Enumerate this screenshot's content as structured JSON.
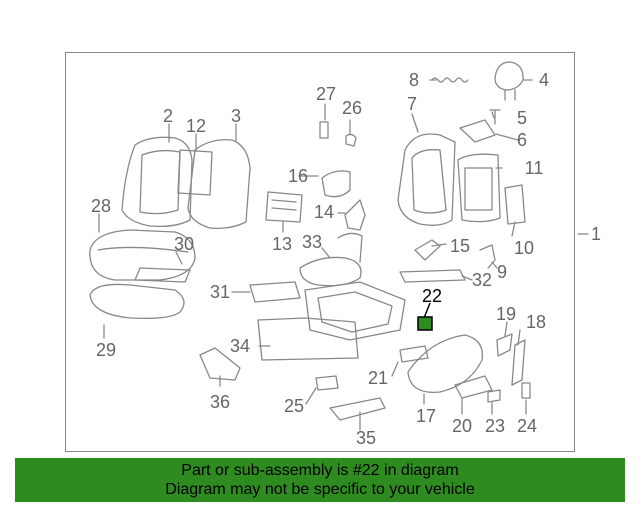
{
  "diagram": {
    "assembly_label": "1",
    "highlighted_part": "22",
    "parts": [
      {
        "id": "p2",
        "label": "2"
      },
      {
        "id": "p3",
        "label": "3"
      },
      {
        "id": "p4",
        "label": "4"
      },
      {
        "id": "p5",
        "label": "5"
      },
      {
        "id": "p6",
        "label": "6"
      },
      {
        "id": "p7",
        "label": "7"
      },
      {
        "id": "p8",
        "label": "8"
      },
      {
        "id": "p9",
        "label": "9"
      },
      {
        "id": "p10",
        "label": "10"
      },
      {
        "id": "p11",
        "label": "11"
      },
      {
        "id": "p12",
        "label": "12"
      },
      {
        "id": "p13",
        "label": "13"
      },
      {
        "id": "p14",
        "label": "14"
      },
      {
        "id": "p15",
        "label": "15"
      },
      {
        "id": "p16",
        "label": "16"
      },
      {
        "id": "p17",
        "label": "17"
      },
      {
        "id": "p18",
        "label": "18"
      },
      {
        "id": "p19",
        "label": "19"
      },
      {
        "id": "p20",
        "label": "20"
      },
      {
        "id": "p21",
        "label": "21"
      },
      {
        "id": "p22",
        "label": "22"
      },
      {
        "id": "p23",
        "label": "23"
      },
      {
        "id": "p24",
        "label": "24"
      },
      {
        "id": "p25",
        "label": "25"
      },
      {
        "id": "p26",
        "label": "26"
      },
      {
        "id": "p27",
        "label": "27"
      },
      {
        "id": "p28",
        "label": "28"
      },
      {
        "id": "p29",
        "label": "29"
      },
      {
        "id": "p30",
        "label": "30"
      },
      {
        "id": "p31",
        "label": "31"
      },
      {
        "id": "p32",
        "label": "32"
      },
      {
        "id": "p33",
        "label": "33"
      },
      {
        "id": "p34",
        "label": "34"
      },
      {
        "id": "p35",
        "label": "35"
      },
      {
        "id": "p36",
        "label": "36"
      }
    ]
  },
  "banner": {
    "line1": "Part or sub-assembly is #22 in diagram",
    "line2": "Diagram may not be specific to your vehicle",
    "color": "#2e8b1f"
  },
  "colors": {
    "line": "#888888",
    "highlight": "#2e8b1f"
  }
}
